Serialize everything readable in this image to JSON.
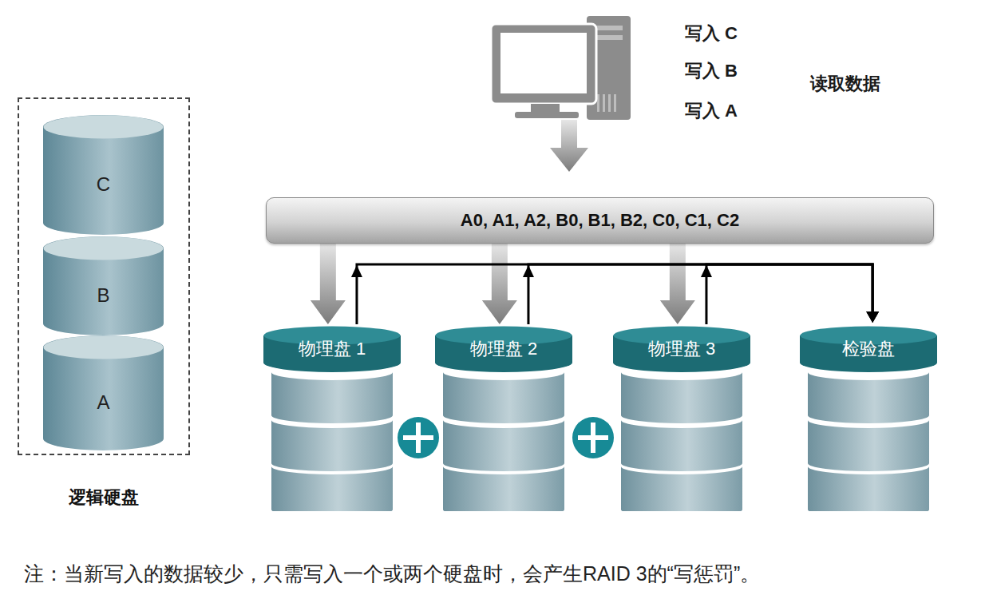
{
  "diagram": {
    "caption": "注：当新写入的数据较少，只需写入一个或两个硬盘时，会产生RAID 3的“写惩罚”。",
    "nodes": [
      {
        "text": [
          "逻辑硬盘"
        ]
      },
      {
        "text": [
          "C"
        ],
        "in": 0
      },
      {
        "text": [
          "B"
        ],
        "in": 0
      },
      {
        "text": [
          "A"
        ],
        "in": 0
      },
      {
        "text": [
          "A0, A1, A2, B0, B1, B2, C0, C1, C2"
        ]
      },
      {
        "text": [
          "物理盘 1"
        ]
      },
      {
        "text": [
          "物理盘 2"
        ]
      },
      {
        "text": [
          "物理盘 3"
        ]
      },
      {
        "text": [
          "检验盘"
        ]
      }
    ],
    "edges": [
      {
        "from": 4,
        "to": 5,
        "arrow": "to"
      },
      {
        "from": 4,
        "to": 6,
        "arrow": "to"
      },
      {
        "from": 4,
        "to": 7,
        "arrow": "to"
      },
      {
        "from": 5,
        "to": 8,
        "arrow": "to"
      },
      {
        "from": 6,
        "to": 8,
        "arrow": "to"
      },
      {
        "from": 7,
        "to": 8,
        "arrow": "to"
      }
    ],
    "labels": [
      "写入 C",
      "写入 B",
      "写入 A",
      "读取数据"
    ]
  }
}
